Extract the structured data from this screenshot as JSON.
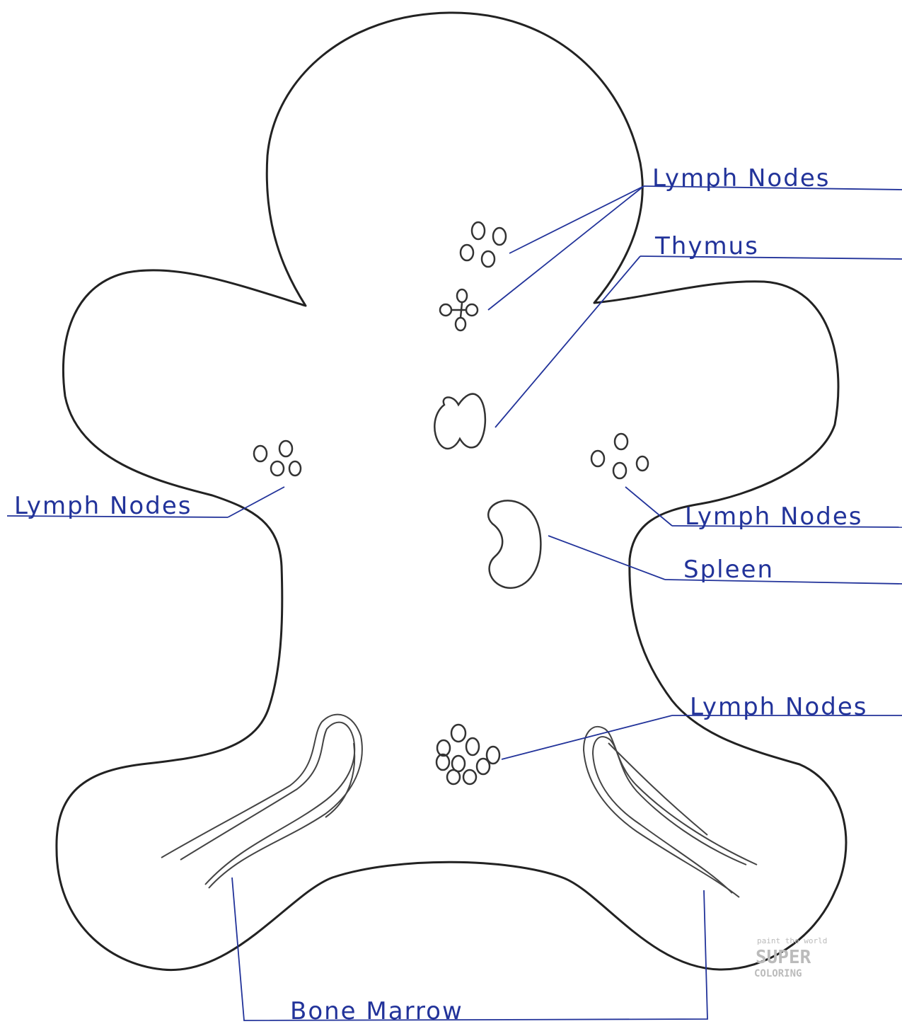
{
  "labels": {
    "lymph_nodes_neck": "Lymph Nodes",
    "thymus": "Thymus",
    "lymph_nodes_left_arm": "Lymph Nodes",
    "lymph_nodes_right_arm": "Lymph Nodes",
    "spleen": "Spleen",
    "lymph_nodes_groin": "Lymph Nodes",
    "bone_marrow": "Bone Marrow"
  },
  "watermark": {
    "line1": "paint the world",
    "line2": "SUPER",
    "line3": "COLORING"
  },
  "colors": {
    "ink": "#22339a",
    "outline": "#222222"
  }
}
